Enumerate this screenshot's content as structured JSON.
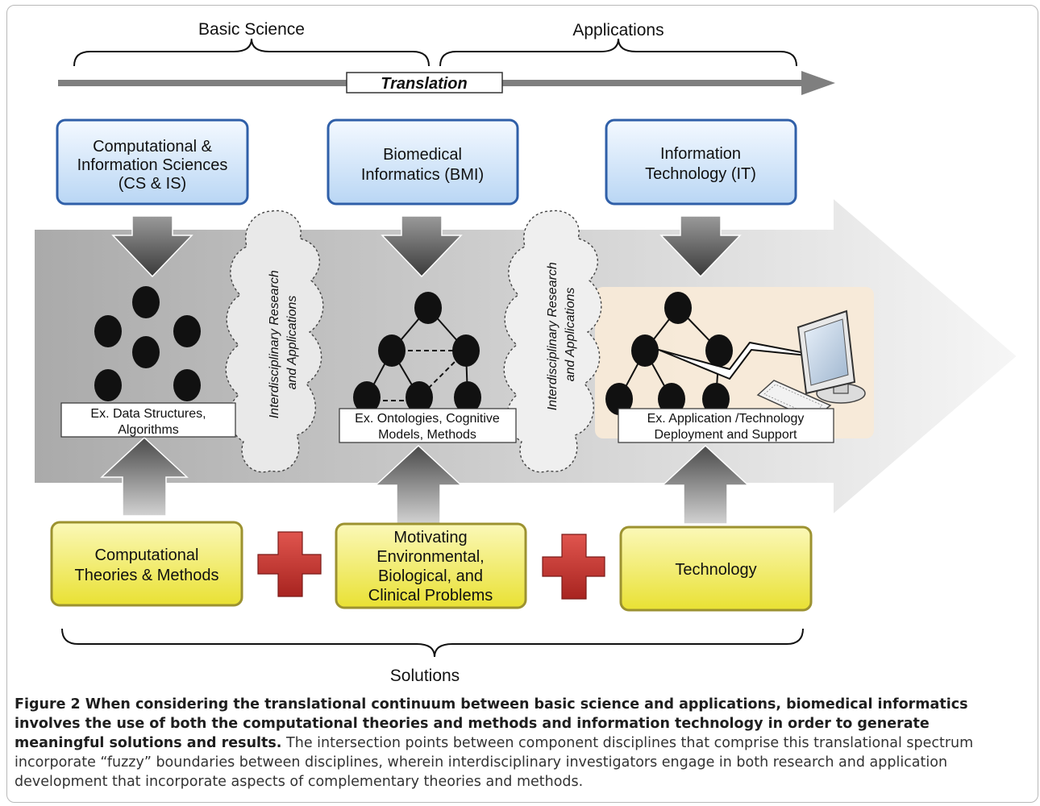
{
  "header": {
    "basic_science": "Basic Science",
    "applications": "Applications",
    "translation": "Translation"
  },
  "top_boxes": [
    {
      "line1": "Computational &",
      "line2": "Information Sciences",
      "line3": "(CS & IS)"
    },
    {
      "line1": "Biomedical",
      "line2": "Informatics (BMI)"
    },
    {
      "line1": "Information",
      "line2": "Technology (IT)"
    }
  ],
  "example_labels": [
    {
      "line1": "Ex. Data Structures,",
      "line2": "Algorithms"
    },
    {
      "line1": "Ex. Ontologies, Cognitive",
      "line2": "Models, Methods"
    },
    {
      "line1": "Ex. Application /Technology",
      "line2": "Deployment and Support"
    }
  ],
  "interdisciplinary": {
    "line1": "Interdisciplinary Research",
    "line2": "and Applications"
  },
  "bottom_boxes": [
    {
      "line1": "Computational",
      "line2": "Theories & Methods"
    },
    {
      "line1": "Motivating",
      "line2": "Environmental,",
      "line3": "Biological, and",
      "line4": "Clinical Problems"
    },
    {
      "line1": "Technology"
    }
  ],
  "footer": {
    "solutions": "Solutions"
  },
  "caption": {
    "bold": "Figure 2 When considering the translational continuum between basic science and applications, biomedical informatics involves the use of both the computational theories and methods and information technology in order to generate meaningful solutions and results.",
    "body": " The intersection points between component disciplines that comprise this translational spectrum incorporate “fuzzy” boundaries between disciplines, wherein interdisciplinary investigators engage in both research and application development that incorporate aspects of complementary theories and methods."
  },
  "icons": [
    "data-nodes-icon",
    "network-graph-icon",
    "computer-monitor-icon",
    "keyboard-icon",
    "lightning-bolt-icon",
    "plus-icon"
  ],
  "colors": {
    "top_box_fill": "#cfe3f8",
    "top_box_border": "#2f5fa8",
    "bottom_box_fill": "#efe84a",
    "bottom_box_border": "#9c9230",
    "plus_fill": "#c4302c",
    "node_fill": "#111111",
    "highlight_panel": "#f8ead8"
  }
}
